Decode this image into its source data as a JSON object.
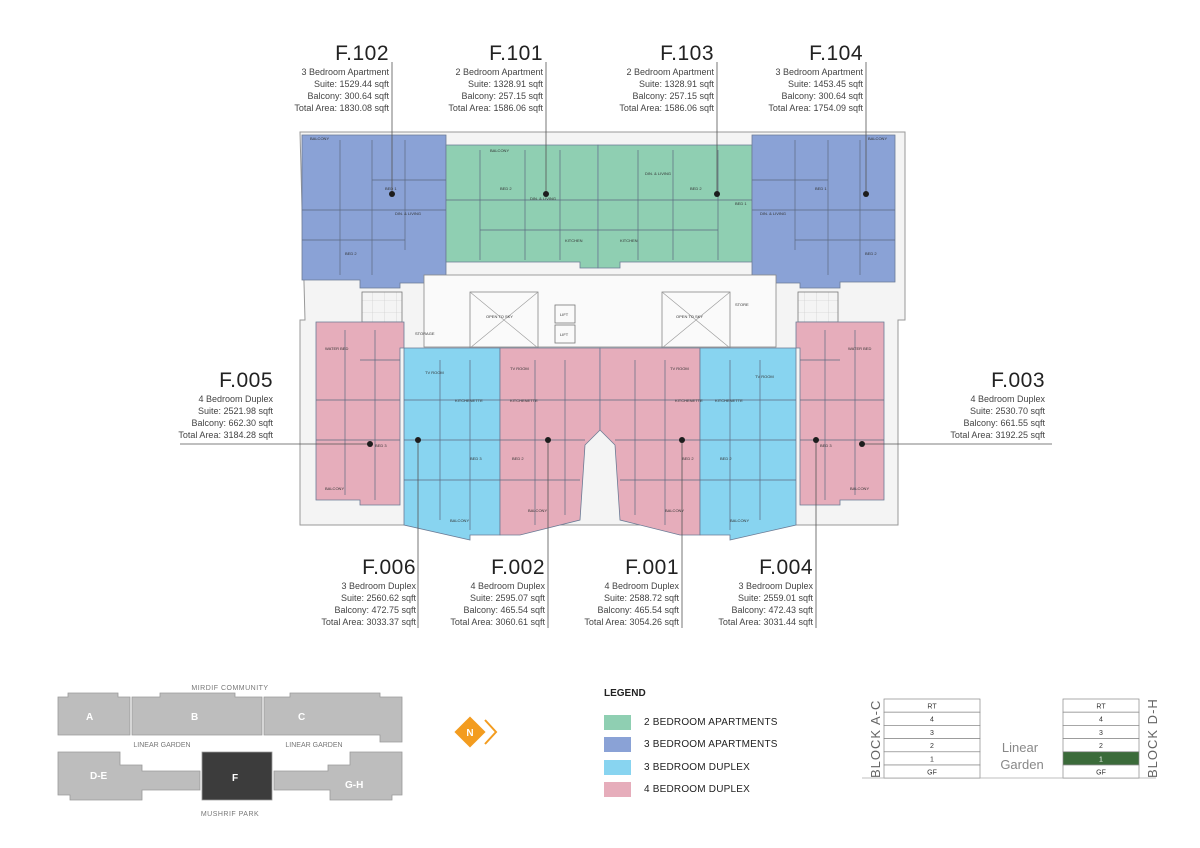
{
  "colors": {
    "two_bed_apartment": "#8fcfb2",
    "three_bed_apartment": "#8aa2d6",
    "three_bed_duplex": "#88d4f0",
    "four_bed_duplex": "#e6adbb",
    "key_block": "#bdbdbd",
    "key_block_active": "#3c3c3c",
    "brand_orange": "#f39c1f",
    "active_floor": "#3b6b3a"
  },
  "units": {
    "f102": {
      "code": "F.102",
      "type": "3 Bedroom Apartment",
      "suite": "Suite: 1529.44 sqft",
      "balcony": "Balcony: 300.64 sqft",
      "total": "Total Area: 1830.08 sqft"
    },
    "f101": {
      "code": "F.101",
      "type": "2 Bedroom Apartment",
      "suite": "Suite: 1328.91 sqft",
      "balcony": "Balcony: 257.15 sqft",
      "total": "Total Area: 1586.06 sqft"
    },
    "f103": {
      "code": "F.103",
      "type": "2 Bedroom Apartment",
      "suite": "Suite: 1328.91 sqft",
      "balcony": "Balcony: 257.15 sqft",
      "total": "Total Area: 1586.06 sqft"
    },
    "f104": {
      "code": "F.104",
      "type": "3 Bedroom Apartment",
      "suite": "Suite: 1453.45 sqft",
      "balcony": "Balcony: 300.64 sqft",
      "total": "Total Area: 1754.09 sqft"
    },
    "f005": {
      "code": "F.005",
      "type": "4 Bedroom Duplex",
      "suite": "Suite: 2521.98 sqft",
      "balcony": "Balcony: 662.30 sqft",
      "total": "Total Area: 3184.28 sqft"
    },
    "f003": {
      "code": "F.003",
      "type": "4 Bedroom Duplex",
      "suite": "Suite: 2530.70 sqft",
      "balcony": "Balcony: 661.55 sqft",
      "total": "Total Area: 3192.25 sqft"
    },
    "f006": {
      "code": "F.006",
      "type": "3 Bedroom Duplex",
      "suite": "Suite: 2560.62 sqft",
      "balcony": "Balcony: 472.75 sqft",
      "total": "Total Area: 3033.37 sqft"
    },
    "f002": {
      "code": "F.002",
      "type": "4 Bedroom Duplex",
      "suite": "Suite: 2595.07 sqft",
      "balcony": "Balcony: 465.54 sqft",
      "total": "Total Area: 3060.61 sqft"
    },
    "f001": {
      "code": "F.001",
      "type": "4 Bedroom Duplex",
      "suite": "Suite: 2588.72 sqft",
      "balcony": "Balcony: 465.54 sqft",
      "total": "Total Area: 3054.26 sqft"
    },
    "f004": {
      "code": "F.004",
      "type": "3 Bedroom Duplex",
      "suite": "Suite: 2559.01 sqft",
      "balcony": "Balcony: 472.43 sqft",
      "total": "Total Area: 3031.44 sqft"
    }
  },
  "plan_rooms": {
    "bed1": "BED 1",
    "bed2": "BED 2",
    "bed3": "BED 3",
    "balcony": "BALCONY",
    "kitchen": "KITCHEN",
    "kitchenette": "KITCHENETTE",
    "dining": "DIN. & LIVING",
    "storage": "STORAGE",
    "tv_room": "TV ROOM",
    "water_bed": "WATER BED",
    "open_to_sky": "OPEN TO SKY",
    "lift": "LIFT",
    "store": "STORE"
  },
  "key_plan": {
    "top_label": "MIRDIF COMMUNITY",
    "bottom_label": "MUSHRIF PARK",
    "garden_left": "LINEAR GARDEN",
    "garden_right": "LINEAR GARDEN",
    "blocks": {
      "a": "A",
      "b": "B",
      "c": "C",
      "de": "D-E",
      "f": "F",
      "gh": "G-H"
    }
  },
  "north": "N",
  "legend": {
    "title": "LEGEND",
    "items": [
      {
        "label": "2 BEDROOM APARTMENTS"
      },
      {
        "label": "3 BEDROOM APARTMENTS"
      },
      {
        "label": "3 BEDROOM DUPLEX"
      },
      {
        "label": "4 BEDROOM DUPLEX"
      }
    ]
  },
  "floors": {
    "left_block": "BLOCK A-C",
    "right_block": "BLOCK D-H",
    "garden_line1": "Linear",
    "garden_line2": "Garden",
    "left_levels": [
      "RT",
      "4",
      "3",
      "2",
      "1",
      "GF"
    ],
    "right_levels": [
      "RT",
      "4",
      "3",
      "2",
      "1",
      "GF"
    ],
    "active_level": "1"
  }
}
